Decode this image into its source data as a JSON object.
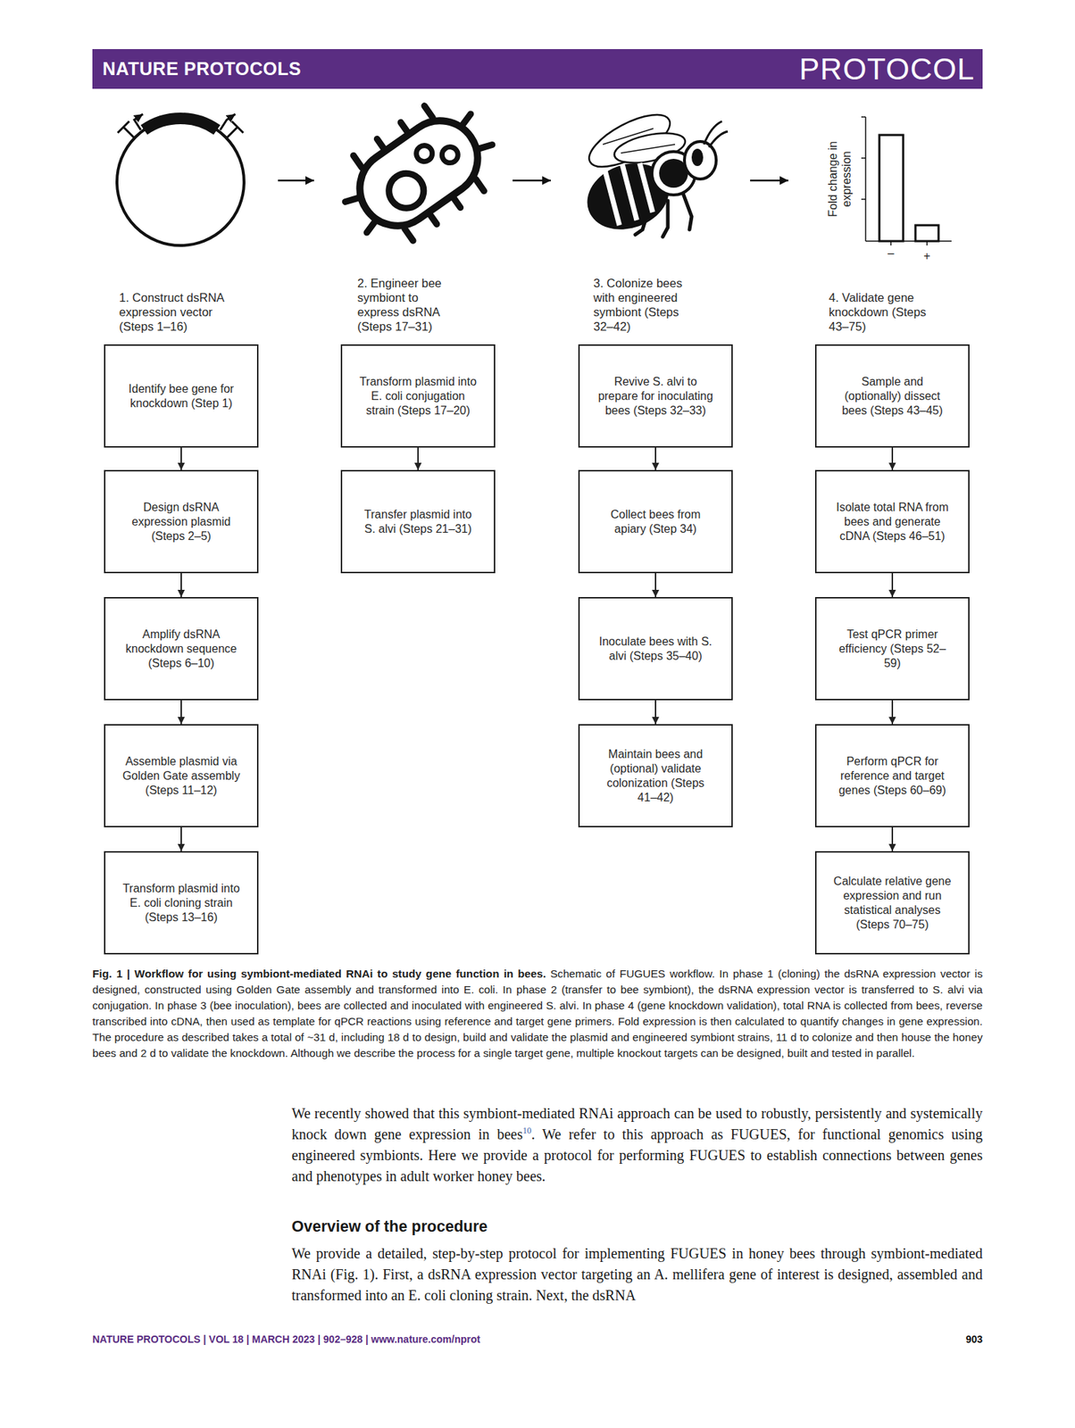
{
  "diagram": {
    "caption": "Fig. 1 | Workflow for using symbiont-mediated RNAi to study gene function in bees.",
    "nodes": [
      {
        "text": [
          "Identify bee gene for knockdown (Step 1)"
        ]
      },
      {
        "text": [
          "Design dsRNA expression plasmid (Steps 2–5)"
        ]
      },
      {
        "text": [
          "Amplify dsRNA knockdown sequence (Steps 6–10)"
        ]
      },
      {
        "text": [
          "Assemble plasmid via Golden Gate assembly (Steps 11–12)"
        ]
      },
      {
        "text": [
          "Transform plasmid into E. coli cloning strain (Steps 13–16)"
        ]
      },
      {
        "text": [
          "Transform plasmid into E. coli conjugation strain (Steps 17–20)"
        ]
      },
      {
        "text": [
          "Transfer plasmid into S. alvi (Steps 21–31)"
        ]
      },
      {
        "text": [
          "Revive S. alvi to prepare for inoculating bees (Steps 32–33)"
        ]
      },
      {
        "text": [
          "Collect bees from apiary (Step 34)"
        ]
      },
      {
        "text": [
          "Inoculate bees with S. alvi (Steps 35–40)"
        ]
      },
      {
        "text": [
          "Maintain bees and (optional) validate colonization (Steps 41–42)"
        ]
      },
      {
        "text": [
          "Sample and (optionally) dissect bees (Steps 43–45)"
        ]
      },
      {
        "text": [
          "Isolate total RNA from bees and generate cDNA (Steps 46–51)"
        ]
      },
      {
        "text": [
          "Test qPCR primer efficiency (Steps 52–59)"
        ]
      },
      {
        "text": [
          "Perform qPCR for reference and target genes (Steps 60–69)"
        ]
      },
      {
        "text": [
          "Calculate relative gene expression and run statistical analyses (Steps 70–75)"
        ]
      }
    ],
    "edges": [
      {
        "from": 0,
        "to": 1,
        "arrow": "to"
      },
      {
        "from": 1,
        "to": 2,
        "arrow": "to"
      },
      {
        "from": 2,
        "to": 3,
        "arrow": "to"
      },
      {
        "from": 3,
        "to": 4,
        "arrow": "to"
      },
      {
        "from": 5,
        "to": 6,
        "arrow": "to"
      },
      {
        "from": 7,
        "to": 8,
        "arrow": "to"
      },
      {
        "from": 8,
        "to": 9,
        "arrow": "to"
      },
      {
        "from": 9,
        "to": 10,
        "arrow": "to"
      },
      {
        "from": 11,
        "to": 12,
        "arrow": "to"
      },
      {
        "from": 12,
        "to": 13,
        "arrow": "to"
      },
      {
        "from": 13,
        "to": 14,
        "arrow": "to"
      },
      {
        "from": 14,
        "to": 15,
        "arrow": "to"
      }
    ],
    "labels": [
      "NATURE PROTOCOLS",
      "PROTOCOL",
      "Fold change in expression",
      "–",
      "+",
      "1. Construct dsRNA expression vector (Steps 1–16)",
      "2. Engineer bee symbiont to express dsRNA (Steps 17–31)",
      "3. Colonize bees with engineered symbiont (Steps 32–42)",
      "4. Validate gene knockdown (Steps 43–75)",
      "Schematic of FUGUES workflow. In phase 1 (cloning) the dsRNA expression vector is designed, constructed using Golden Gate assembly and transformed into E. coli. In phase 2 (transfer to bee symbiont), the dsRNA expression vector is transferred to S. alvi via conjugation. In phase 3 (bee inoculation), bees are collected and inoculated with engineered S. alvi. In phase 4 (gene knockdown validation), total RNA is collected from bees, reverse transcribed into cDNA, then used as template for qPCR reactions using reference and target gene primers. Fold expression is then calculated to quantify changes in gene expression. The procedure as described takes a total of ~31 d, including 18 d to design, build and validate the plasmid and engineered symbiont strains, 11 d to colonize and then house the honey bees and 2 d to validate the knockdown. Although we describe the process for a single target gene, multiple knockout targets can be designed, built and tested in parallel.",
      "We recently showed that this symbiont-mediated RNAi approach can be used to robustly, persistently and systemically knock down gene expression in bees",
      "10",
      ". We refer to this approach as FUGUES, for functional genomics using engineered symbionts. Here we provide a protocol for performing FUGUES to establish connections between genes and phenotypes in adult worker honey bees.",
      "Overview of the procedure",
      "We provide a detailed, step-by-step protocol for implementing FUGUES in honey bees through symbiont-mediated RNAi (Fig. 1). First, a dsRNA expression vector targeting an A. mellifera gene of interest is designed, assembled and transformed into an E. coli cloning strain. Next, the dsRNA",
      "NATURE PROTOCOLS | VOL 18 | MARCH 2023 | 902–928 | www.nature.com/nprot",
      "903"
    ]
  }
}
